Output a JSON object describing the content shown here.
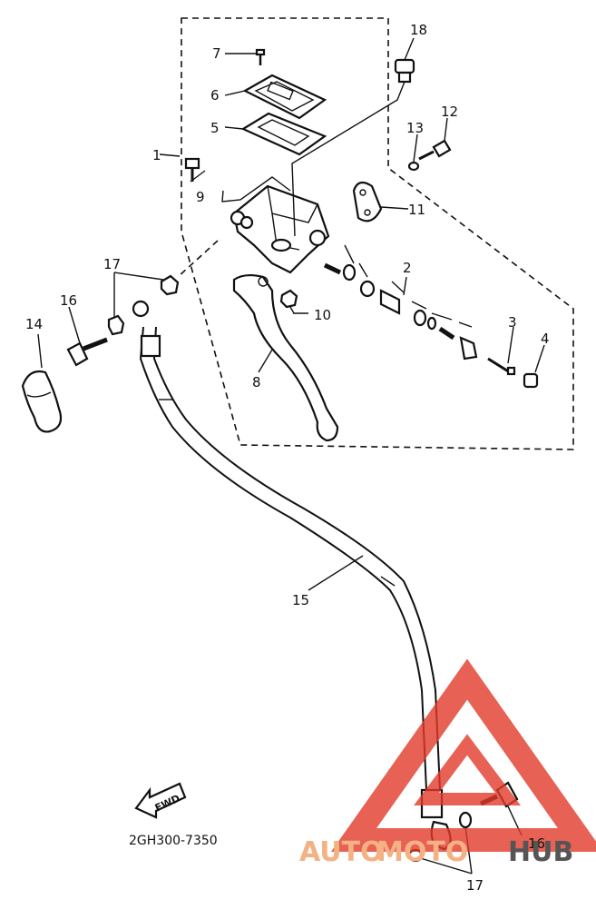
{
  "diagram": {
    "part_labels": [
      {
        "id": "1",
        "text": "1"
      },
      {
        "id": "2",
        "text": "2"
      },
      {
        "id": "3",
        "text": "3"
      },
      {
        "id": "4",
        "text": "4"
      },
      {
        "id": "5",
        "text": "5"
      },
      {
        "id": "6",
        "text": "6"
      },
      {
        "id": "7",
        "text": "7"
      },
      {
        "id": "8",
        "text": "8"
      },
      {
        "id": "9",
        "text": "9"
      },
      {
        "id": "10",
        "text": "10"
      },
      {
        "id": "11",
        "text": "11"
      },
      {
        "id": "12",
        "text": "12"
      },
      {
        "id": "13",
        "text": "13"
      },
      {
        "id": "14",
        "text": "14"
      },
      {
        "id": "15",
        "text": "15"
      },
      {
        "id": "16a",
        "text": "16"
      },
      {
        "id": "16b",
        "text": "16"
      },
      {
        "id": "17a",
        "text": "17"
      },
      {
        "id": "17b",
        "text": "17"
      },
      {
        "id": "18",
        "text": "18"
      }
    ],
    "fwd_label": "FWD",
    "diagram_code": "2GH300-7350"
  },
  "watermark": {
    "text_auto": "AUTO",
    "text_moto": "MOTO",
    "text_hub": "HUB",
    "color_orange": "#f4b183",
    "color_red": "#e23a2a",
    "color_gray": "#555555"
  }
}
